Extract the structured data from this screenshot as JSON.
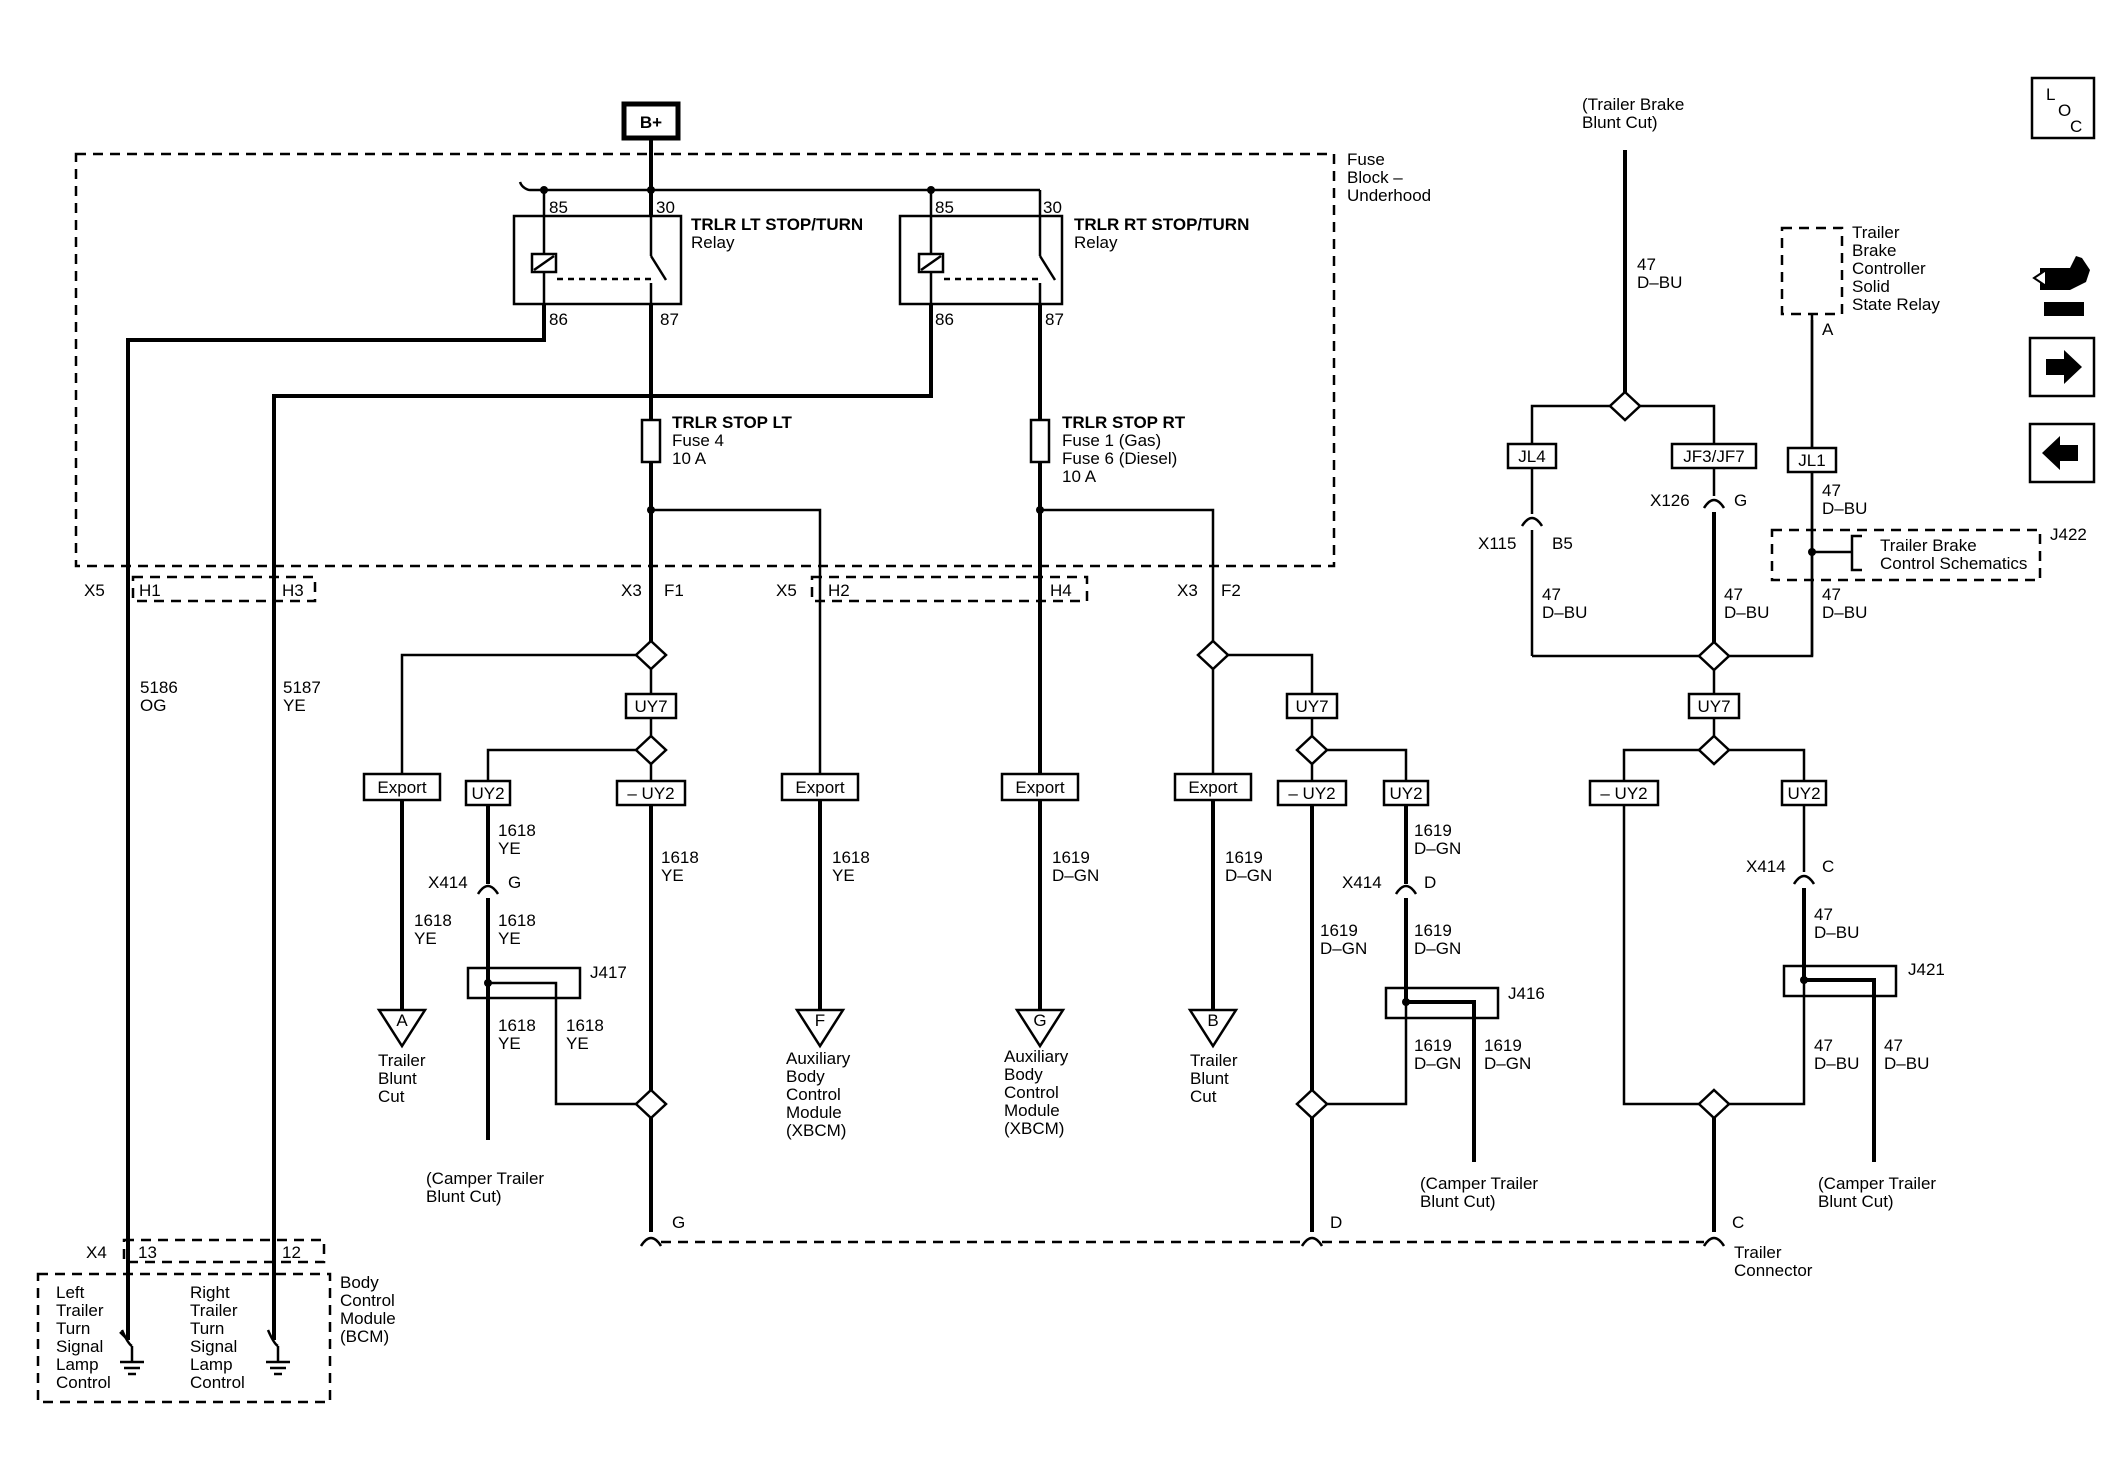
{
  "power": {
    "label": "B+"
  },
  "fuse_block": {
    "title": [
      "Fuse",
      "Block –",
      "Underhood"
    ]
  },
  "relays": {
    "left": {
      "title": "TRLR LT STOP/TURN",
      "sub": "Relay",
      "pins": [
        "85",
        "30",
        "86",
        "87"
      ]
    },
    "right": {
      "title": "TRLR RT STOP/TURN",
      "sub": "Relay",
      "pins": [
        "85",
        "30",
        "86",
        "87"
      ]
    }
  },
  "fuses": {
    "left": {
      "lines": [
        "TRLR STOP LT",
        "Fuse 4",
        "10 A"
      ]
    },
    "right": {
      "lines": [
        "TRLR STOP RT",
        "Fuse 1 (Gas)",
        "Fuse 6 (Diesel)",
        "10 A"
      ]
    }
  },
  "connectors": {
    "x5a": "X5",
    "h1": "H1",
    "h3": "H3",
    "x3a": "X3",
    "f1": "F1",
    "x5b": "X5",
    "h2": "H2",
    "h4": "H4",
    "x3b": "X3",
    "f2": "F2",
    "x4": "X4",
    "pin13": "13",
    "pin12": "12",
    "x414a": "X414",
    "ga": "G",
    "x414b": "X414",
    "da": "D",
    "x414c": "X414",
    "ca": "C",
    "x115": "X115",
    "b5": "B5",
    "x126": "X126",
    "g126": "G",
    "pinA": "A",
    "trailer_g": "G",
    "trailer_d": "D",
    "trailer_c": "C",
    "trailer_conn": [
      "Trailer",
      "Connector"
    ]
  },
  "wires": {
    "w5186": [
      "5186",
      "OG"
    ],
    "w5187": [
      "5187",
      "YE"
    ],
    "w1618": [
      "1618",
      "YE"
    ],
    "w1619": [
      "1619",
      "D–GN"
    ],
    "w47": [
      "47",
      "D–BU"
    ]
  },
  "options": {
    "uy7": "UY7",
    "uy2": "UY2",
    "not_uy2": "– UY2",
    "export": "Export",
    "jl4": "JL4",
    "jf3": "JF3/JF7",
    "jl1": "JL1"
  },
  "splices": {
    "j417": "J417",
    "j416": "J416",
    "j421": "J421",
    "j422": "J422"
  },
  "offpage": {
    "A": {
      "letter": "A",
      "lines": [
        "Trailer",
        "Blunt",
        "Cut"
      ]
    },
    "F": {
      "letter": "F",
      "lines": [
        "Auxiliary",
        "Body",
        "Control",
        "Module",
        "(XBCM)"
      ]
    },
    "G": {
      "letter": "G",
      "lines": [
        "Auxiliary",
        "Body",
        "Control",
        "Module",
        "(XBCM)"
      ]
    },
    "B": {
      "letter": "B",
      "lines": [
        "Trailer",
        "Blunt",
        "Cut"
      ]
    }
  },
  "camper": [
    "(Camper Trailer",
    "Blunt Cut)"
  ],
  "trailer_brake_top": [
    "(Trailer Brake",
    "Blunt Cut)"
  ],
  "brake_controller": [
    "Trailer",
    "Brake",
    "Controller",
    "Solid",
    "State Relay"
  ],
  "brake_schematics": [
    "Trailer Brake",
    "Control Schematics"
  ],
  "bcm": {
    "title": [
      "Body",
      "Control",
      "Module",
      "(BCM)"
    ],
    "left_label": [
      "Left",
      "Trailer",
      "Turn",
      "Signal",
      "Lamp",
      "Control"
    ],
    "right_label": [
      "Right",
      "Trailer",
      "Turn",
      "Signal",
      "Lamp",
      "Control"
    ]
  },
  "nav": {
    "loc": [
      "L",
      "O",
      "C"
    ]
  }
}
